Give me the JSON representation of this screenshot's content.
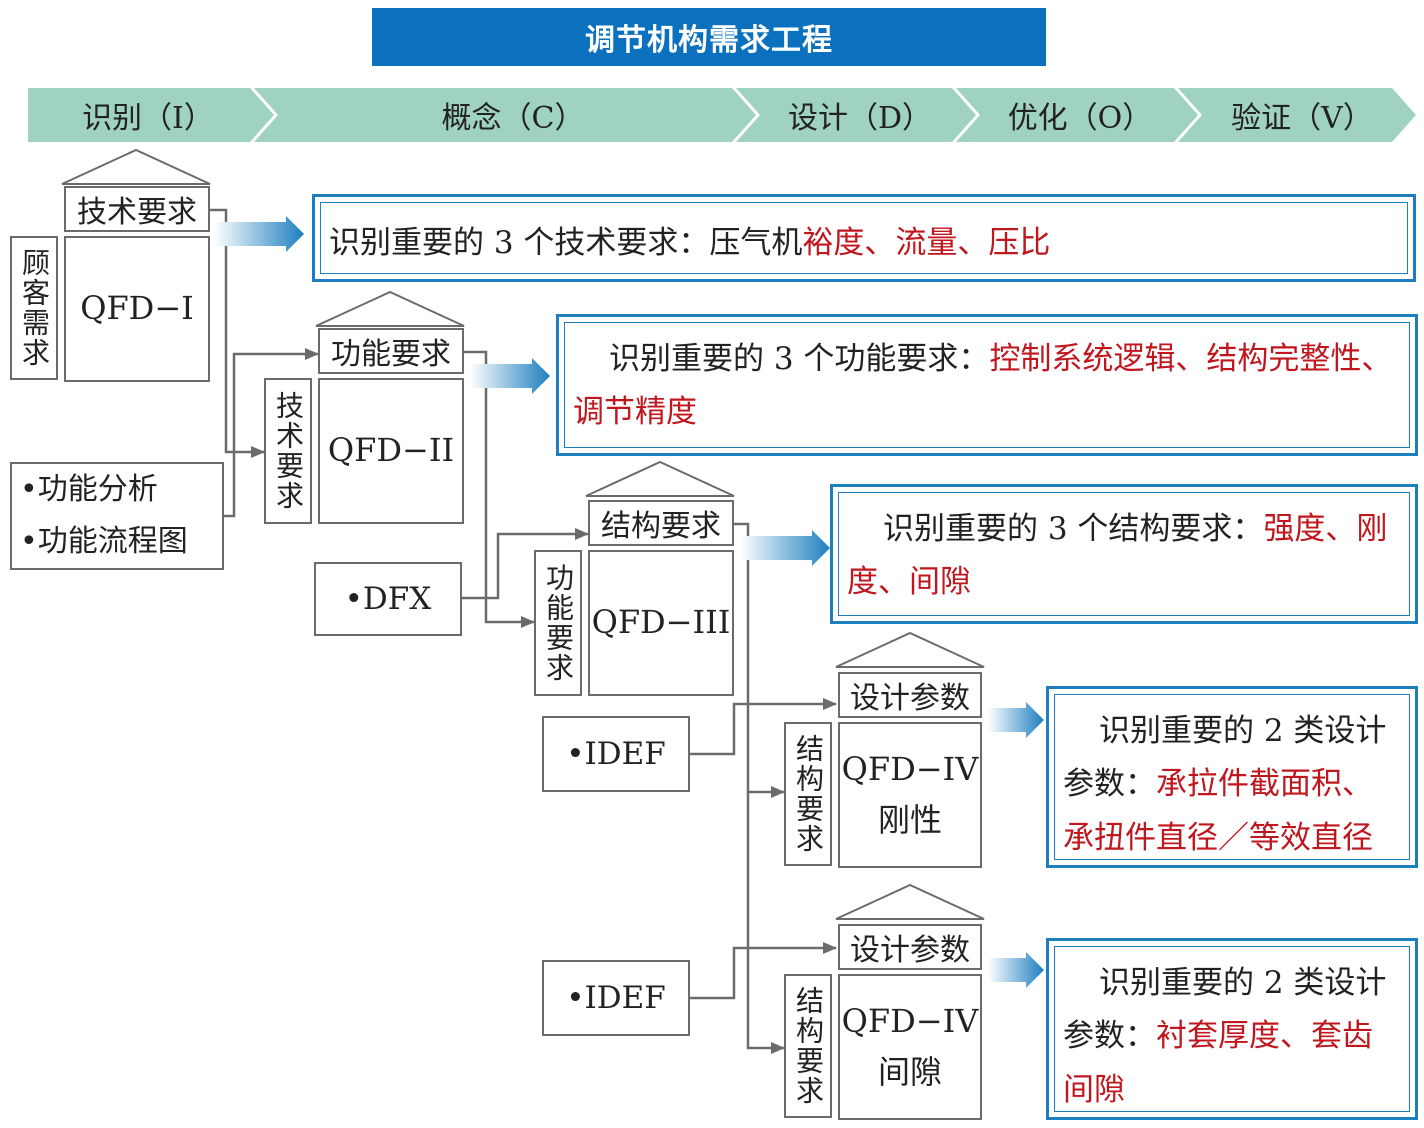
{
  "title": "调节机构需求工程",
  "phases": [
    "识别（I）",
    "概念（C）",
    "设计（D）",
    "优化（O）",
    "验证（V）"
  ],
  "stage1": {
    "header": "技术要求",
    "side": "顾客需求",
    "qfd": "QFD−I"
  },
  "stage1_input": [
    "•功能分析",
    "•功能流程图"
  ],
  "stage2": {
    "header": "功能要求",
    "side": "技术要求",
    "qfd": "QFD−II"
  },
  "stage2_input": "•DFX",
  "stage3": {
    "header": "结构要求",
    "side": "功能要求",
    "qfd": "QFD−III"
  },
  "stage3_input": "•IDEF",
  "stage4a": {
    "header": "设计参数",
    "side": "结构要求",
    "qfd": "QFD−IV",
    "sub": "刚性"
  },
  "stage4b_input": "•IDEF",
  "stage4b": {
    "header": "设计参数",
    "side": "结构要求",
    "qfd": "QFD−IV",
    "sub": "间隙"
  },
  "outputs": {
    "o1": {
      "plain": "识别重要的 3 个技术要求：压气机",
      "red": "裕度、流量、压比"
    },
    "o2": {
      "plain": "识别重要的 3 个功能要求：",
      "red": "控制系统逻辑、结构完整性、调节精度"
    },
    "o3": {
      "plain": "识别重要的 3 个结构要求：",
      "red": "强度、刚度、间隙"
    },
    "o4": {
      "plain": "识别重要的 2 类设计参数：",
      "red": "承拉件截面积、承扭件直径／等效直径"
    },
    "o5": {
      "plain": "识别重要的 2 类设计参数：",
      "red": "衬套厚度、套齿间隙"
    }
  },
  "colors": {
    "title_bg": "#0b70bd",
    "phase_fill": "#9fd3bf",
    "output_border": "#1d7fc0",
    "highlight": "#c0161d",
    "line": "#6b6b6b"
  }
}
